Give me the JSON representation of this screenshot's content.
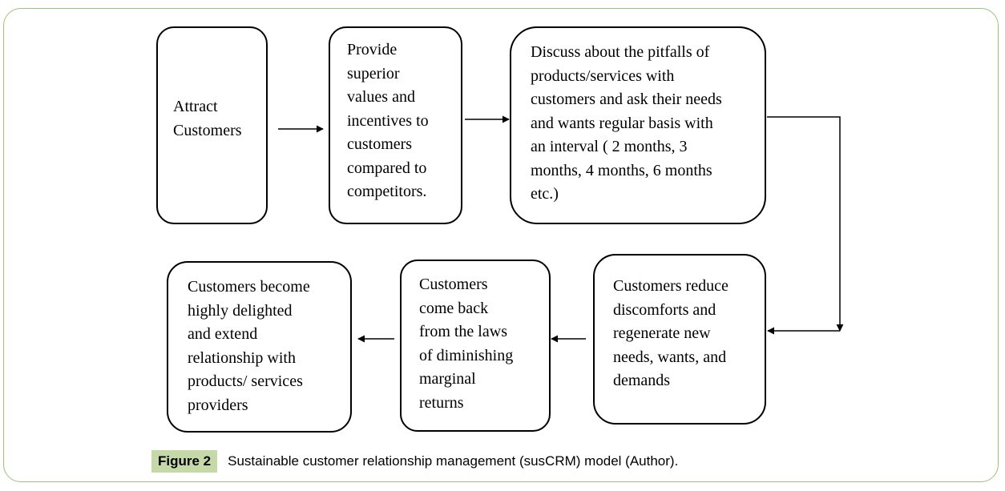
{
  "diagram": {
    "boxes": [
      {
        "id": "attract",
        "text": "Attract\nCustomers"
      },
      {
        "id": "provide",
        "text": "Provide\nsuperior\nvalues and\nincentives to\ncustomers\ncompared to\ncompetitors."
      },
      {
        "id": "discuss",
        "text": "Discuss about the pitfalls of\nproducts/services with\ncustomers and ask their needs\nand wants regular basis with\nan interval ( 2 months, 3\nmonths, 4 months, 6 months\netc.)"
      },
      {
        "id": "reduce",
        "text": "Customers reduce\ndiscomforts and\nregenerate new\nneeds, wants, and\ndemands"
      },
      {
        "id": "comeback",
        "text": "Customers\ncome back\nfrom the laws\nof diminishing\nmarginal\nreturns"
      },
      {
        "id": "delighted",
        "text": "Customers become\nhighly delighted\nand extend\nrelationship with\nproducts/ services\nproviders"
      }
    ]
  },
  "caption": {
    "label": "Figure 2",
    "text": "Sustainable customer relationship management (susCRM) model (Author)."
  },
  "colors": {
    "frame_border": "#9cc17a",
    "caption_label_bg": "#c5d9a8"
  }
}
